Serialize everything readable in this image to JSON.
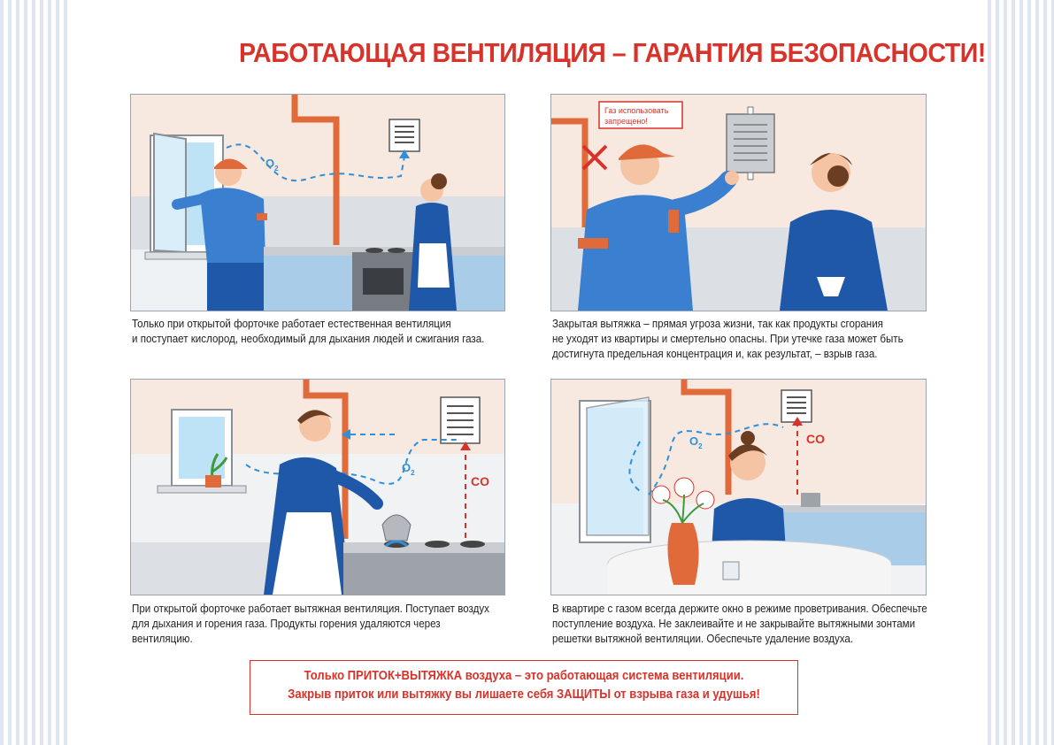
{
  "title": "РАБОТАЮЩАЯ ВЕНТИЛЯЦИЯ – ГАРАНТИЯ БЕЗОПАСНОСТИ!",
  "colors": {
    "accent_red": "#d7332b",
    "pipe_orange": "#e06a3a",
    "airflow_blue": "#2f8fd8",
    "clothing_blue": "#3a7fd0",
    "wall_beige": "#f7e9df",
    "tile_gray": "#dcdfe3",
    "cabinet_blue": "#a9cde8",
    "frame_gray": "#9aa3ae"
  },
  "panels": [
    {
      "labels": {
        "o2": "O",
        "o2_sub": "2"
      },
      "caption": [
        "Только при открытой форточке работает естественная вентиляция",
        "и поступает кислород, необходимый для дыхания людей и сжигания газа."
      ]
    },
    {
      "labels": {
        "sign_line1": "Газ использовать",
        "sign_line2": "запрещено!"
      },
      "caption": [
        "Закрытая вытяжка – прямая угроза жизни, так как продукты сгорания",
        "не уходят из квартиры и смертельно опасны. При утечке газа может быть",
        "достигнута предельная концентрация и, как результат, – взрыв газа."
      ]
    },
    {
      "labels": {
        "o2": "O",
        "o2_sub": "2",
        "co": "CO"
      },
      "caption": [
        "При открытой форточке работает вытяжная вентиляция. Поступает воздух",
        "для дыхания и горения газа. Продукты горения удаляются через",
        "вентиляцию."
      ]
    },
    {
      "labels": {
        "o2": "O",
        "o2_sub": "2",
        "co": "CO"
      },
      "caption": [
        "В квартире с газом всегда держите окно в режиме проветривания. Обеспечьте",
        "поступление воздуха. Не заклеивайте и не закрывайте вытяжными зонтами",
        "решетки вытяжной вентиляции. Обеспечьте удаление воздуха."
      ]
    }
  ],
  "bottom_notice": [
    "Только ПРИТОК+ВЫТЯЖКА воздуха – это работающая система вентиляции.",
    "Закрыв приток или вытяжку вы лишаете себя ЗАЩИТЫ от взрыва газа и удушья!"
  ]
}
